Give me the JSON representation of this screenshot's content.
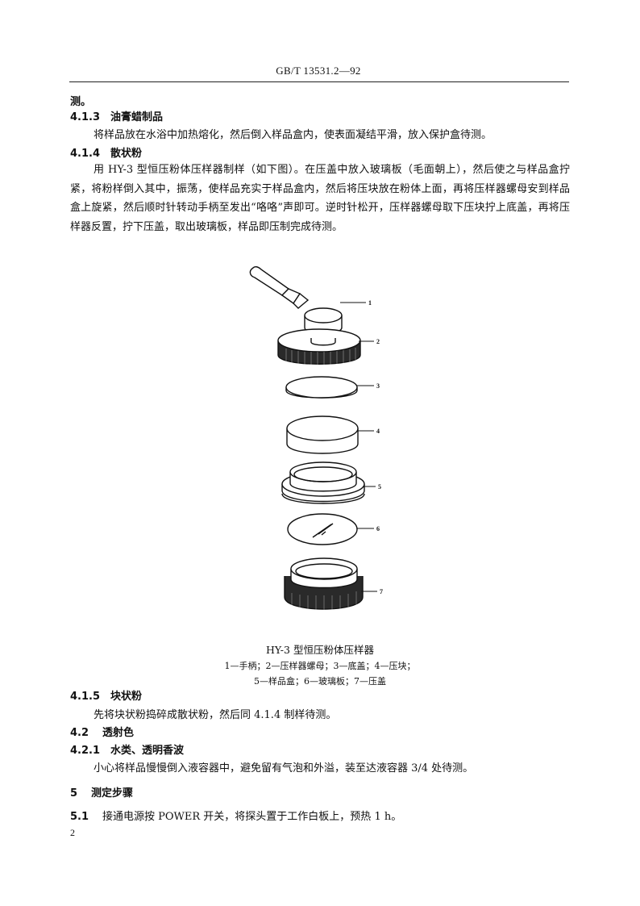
{
  "header": {
    "standard_no": "GB/T 13531.2—92"
  },
  "lines": {
    "carry": "测。",
    "s413_no": "4.1.3",
    "s413_title": "油膏蜡制品",
    "s413_body": "将样品放在水浴中加热熔化，然后倒入样品盒内，使表面凝结平滑，放入保护盒待测。",
    "s414_no": "4.1.4",
    "s414_title": "散状粉",
    "s414_body": "用 HY-3 型恒压粉体压样器制样（如下图）。在压盖中放入玻璃板（毛面朝上），然后使之与样品盒拧紧，将粉样倒入其中，振荡，使样品充实于样品盒内，然后将压块放在粉体上面，再将压样器螺母安到样品盒上旋紧，然后顺时针转动手柄至发出“咯咯”声即可。逆时针松开，压样器螺母取下压块拧上底盖，再将压样器反置，拧下压盖，取出玻璃板，样品即压制完成待测。",
    "s415_no": "4.1.5",
    "s415_title": "块状粉",
    "s415_body": "先将块状粉捣碎成散状粉，然后同 4.1.4 制样待测。",
    "s42_no": "4.2",
    "s42_title": "透射色",
    "s421_no": "4.2.1",
    "s421_title": "水类、透明香波",
    "s421_body": "小心将样品慢慢倒入液容器中，避免留有气泡和外溢，装至达液容器 3/4 处待测。",
    "s5_no": "5",
    "s5_title": "测定步骤",
    "s51_no": "5.1",
    "s51_body": "接通电源按 POWER 开关，将探头置于工作白板上，预热 1 h。"
  },
  "figure": {
    "title": "HY-3 型恒压粉体压样器",
    "legend_line1": "1—手柄；2—压样器螺母；3—底盖；4—压块；",
    "legend_line2": "5—样品盒；6—玻璃板；7—压盖",
    "callouts": [
      "1",
      "2",
      "3",
      "4",
      "5",
      "6",
      "7"
    ]
  },
  "footer": {
    "page_number": "2"
  }
}
